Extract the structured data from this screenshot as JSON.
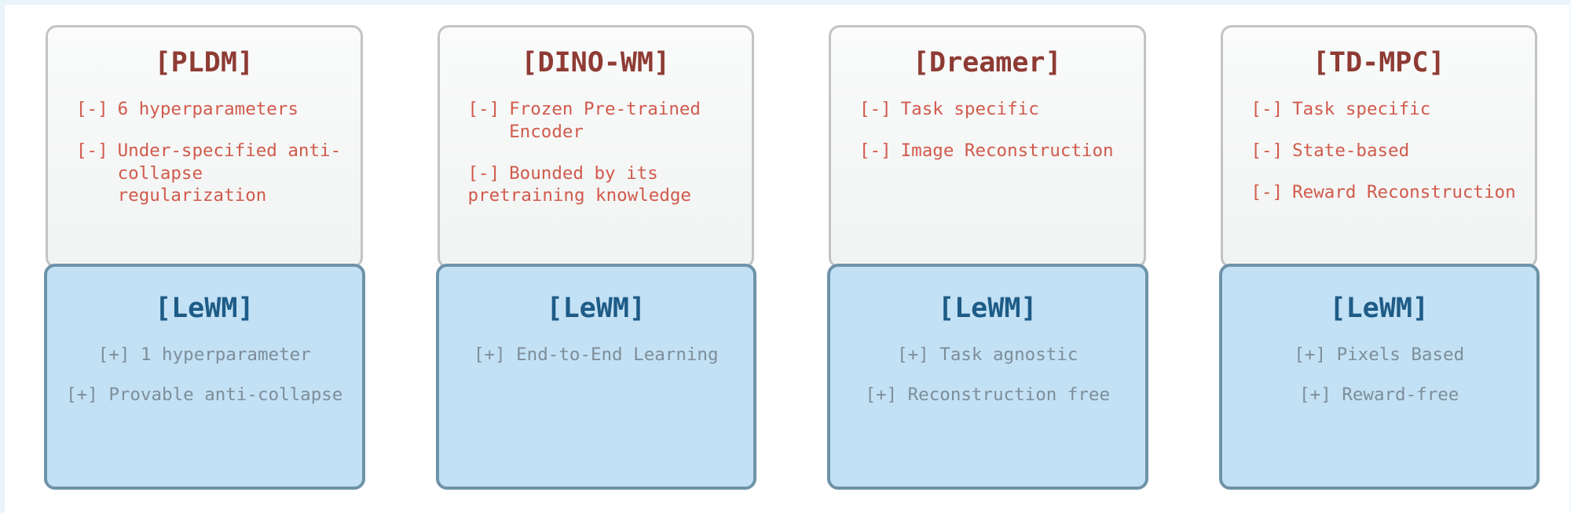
{
  "page": {
    "background_color": "#ffffff",
    "frame_tint": "#eaf4fb"
  },
  "colors": {
    "baseline_title": "#8e3b33",
    "baseline_bullet": "#d15a4c",
    "baseline_card_bg": "#f7f8f8",
    "baseline_card_border": "#c3c3c3",
    "lewm_title": "#1e5c87",
    "lewm_bullet": "#7d8e99",
    "lewm_card_bg": "#c3e1f5",
    "lewm_card_border": "#6e93a8"
  },
  "markers": {
    "negative": "[-]",
    "positive": "[+]"
  },
  "columns": [
    {
      "baseline": {
        "title": "[PLDM]",
        "cons": [
          {
            "marker": "[-]",
            "text": "6 hyperparameters",
            "hanging": true
          },
          {
            "marker": "[-]",
            "text": "Under-specified anti-collapse regularization",
            "hanging": true
          }
        ]
      },
      "lewm": {
        "title": "[LeWM]",
        "pros": [
          {
            "marker": "[+]",
            "text": "1 hyperparameter"
          },
          {
            "marker": "[+]",
            "text": "Provable anti-collapse"
          }
        ]
      }
    },
    {
      "baseline": {
        "title": "[DINO-WM]",
        "cons": [
          {
            "marker": "[-]",
            "text": "Frozen Pre-trained Encoder",
            "hanging": true
          },
          {
            "marker": "[-]",
            "text": "Bounded by its pretraining knowledge",
            "hanging": false
          }
        ]
      },
      "lewm": {
        "title": "[LeWM]",
        "pros": [
          {
            "marker": "[+]",
            "text": "End-to-End Learning"
          }
        ]
      }
    },
    {
      "baseline": {
        "title": "[Dreamer]",
        "cons": [
          {
            "marker": "[-]",
            "text": "Task specific",
            "hanging": true
          },
          {
            "marker": "[-]",
            "text": "Image Reconstruction",
            "hanging": true
          }
        ]
      },
      "lewm": {
        "title": "[LeWM]",
        "pros": [
          {
            "marker": "[+]",
            "text": "Task agnostic"
          },
          {
            "marker": "[+]",
            "text": "Reconstruction free"
          }
        ]
      }
    },
    {
      "baseline": {
        "title": "[TD-MPC]",
        "cons": [
          {
            "marker": "[-]",
            "text": "Task specific",
            "hanging": true
          },
          {
            "marker": "[-]",
            "text": "State-based",
            "hanging": true
          },
          {
            "marker": "[-]",
            "text": "Reward Reconstruction",
            "hanging": true
          }
        ]
      },
      "lewm": {
        "title": "[LeWM]",
        "pros": [
          {
            "marker": "[+]",
            "text": "Pixels Based"
          },
          {
            "marker": "[+]",
            "text": "Reward-free"
          }
        ]
      }
    }
  ]
}
